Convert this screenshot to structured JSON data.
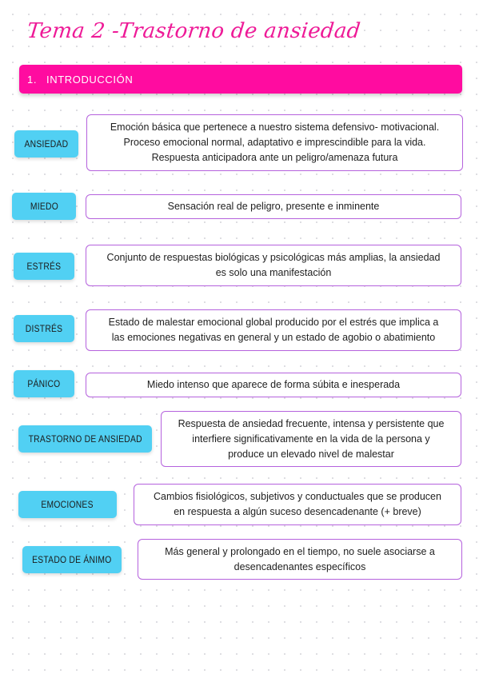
{
  "title": "Tema 2 -Trastorno de ansiedad",
  "section": {
    "number": "1.",
    "label": "INTRODUCCIÓN"
  },
  "entries": [
    {
      "term": "ANSIEDAD",
      "definition": [
        "Emoción básica que pertenece a nuestro sistema defensivo- motivacional.",
        "Proceso emocional normal, adaptativo e imprescindible para la vida.",
        "Respuesta anticipadora ante un peligro/amenaza futura"
      ]
    },
    {
      "term": "MIEDO",
      "definition": [
        "Sensación real de peligro, presente e inminente"
      ]
    },
    {
      "term": "ESTRÉS",
      "definition": [
        "Conjunto de respuestas biológicas y psicológicas más amplias, la ansiedad",
        "es solo una manifestación"
      ]
    },
    {
      "term": "DISTRÉS",
      "definition": [
        "Estado de malestar emocional global producido por el estrés que implica a",
        "las emociones negativas en general y un estado de agobio o abatimiento"
      ]
    },
    {
      "term": "PÁNICO",
      "definition": [
        "Miedo intenso que aparece de forma súbita e inesperada"
      ]
    },
    {
      "term": "TRASTORNO DE ANSIEDAD",
      "definition": [
        "Respuesta de ansiedad frecuente, intensa y persistente que",
        "interfiere significativamente en la vida de la persona y",
        "produce un elevado nivel de malestar"
      ]
    },
    {
      "term": "EMOCIONES",
      "definition": [
        "Cambios fisiológicos, subjetivos y conductuales que se producen",
        "en respuesta a algún suceso desencadenante (+ breve)"
      ]
    },
    {
      "term": "ESTADO DE ÁNIMO",
      "definition": [
        "Más general y prolongado en el tiempo, no suele asociarse a",
        "desencadenantes específicos"
      ]
    }
  ],
  "colors": {
    "title": "#ee1a97",
    "section_bar": "#ff0ca0",
    "term_box": "#51d0f3",
    "definition_border": "#b562dd"
  }
}
